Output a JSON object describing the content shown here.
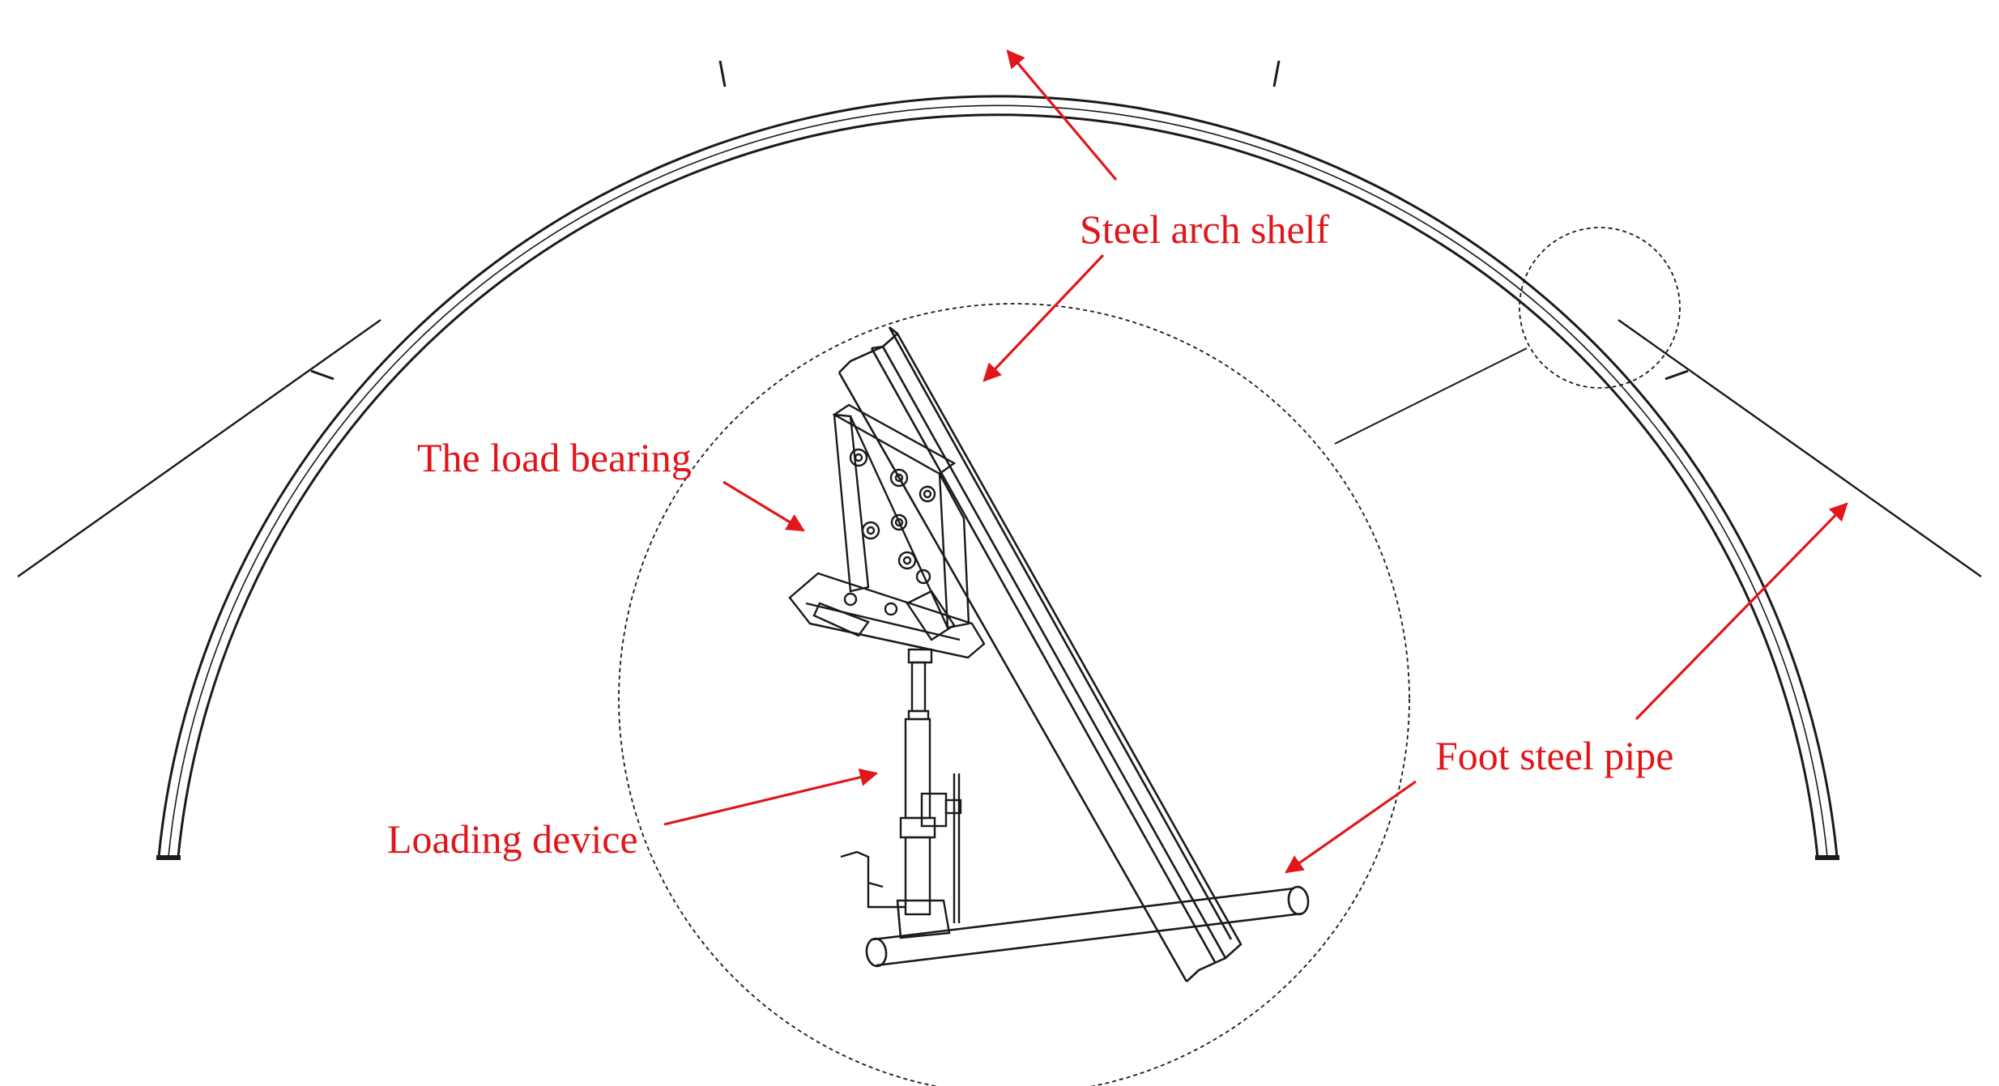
{
  "labels": {
    "steel_arch_shelf": "Steel arch shelf",
    "load_bearing": "The load bearing",
    "loading_device": "Loading device",
    "foot_steel_pipe": "Foot steel pipe"
  },
  "colors": {
    "annotation": "#e0161b",
    "line": "#1a1a1a",
    "background": "#ffffff"
  }
}
